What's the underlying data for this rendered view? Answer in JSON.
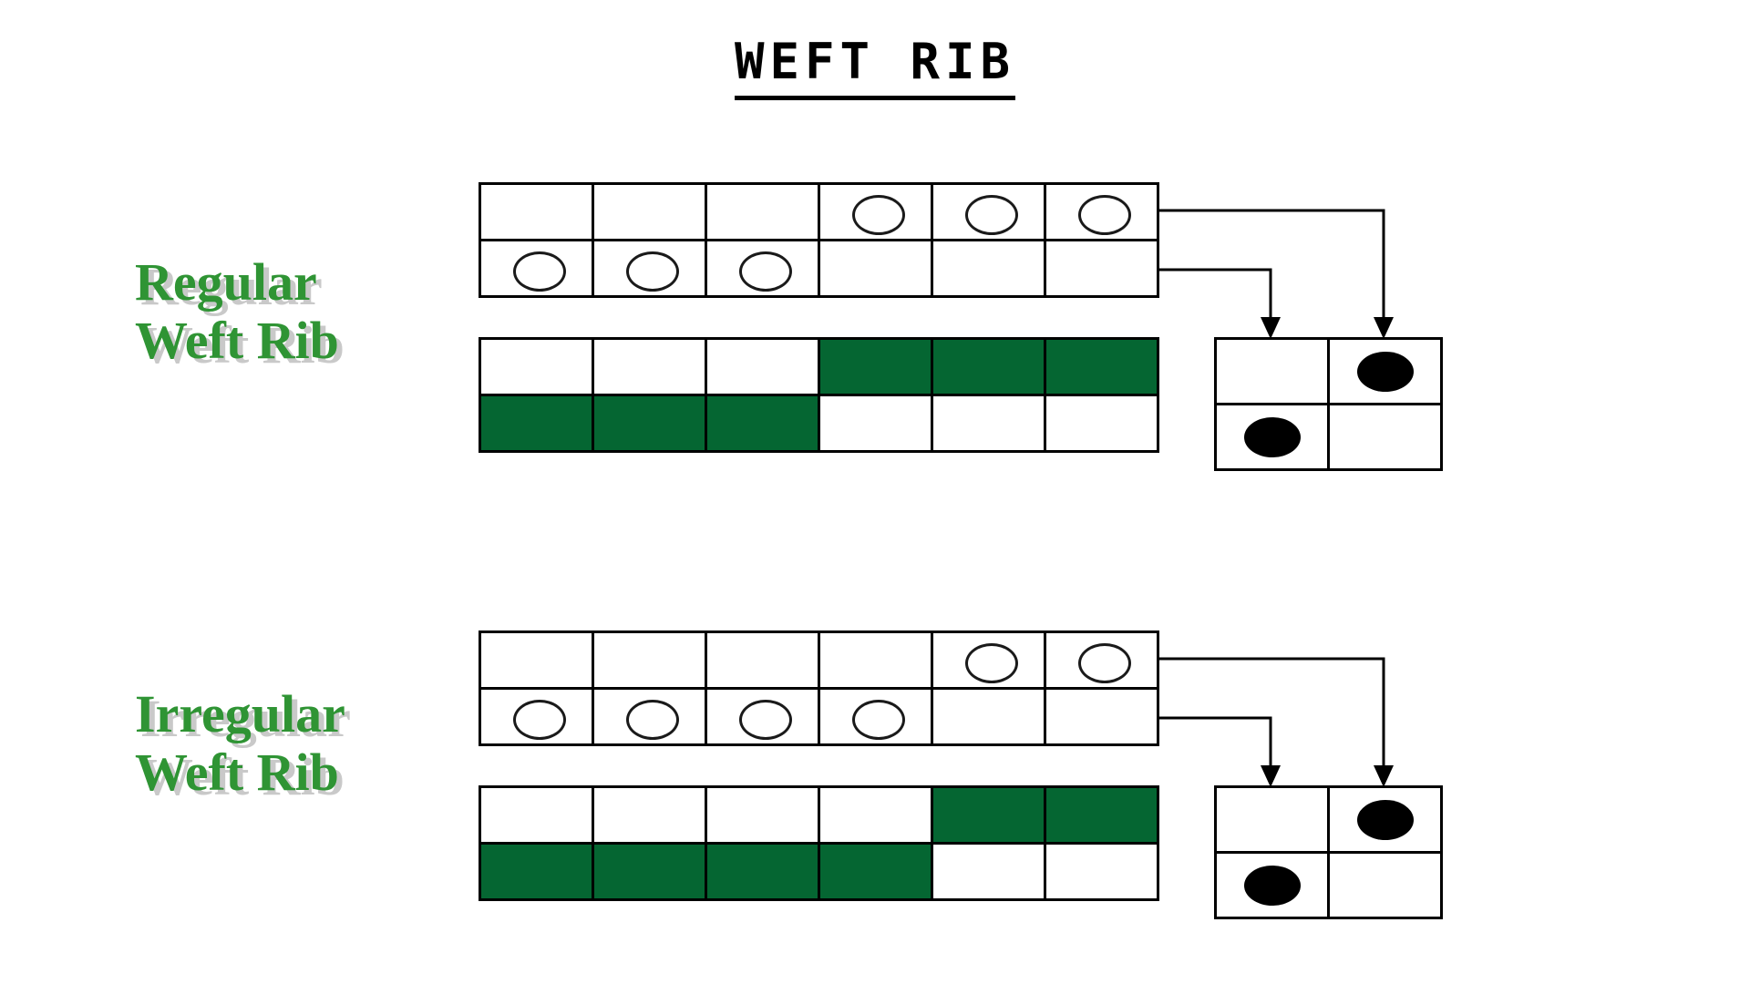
{
  "page": {
    "title": "WEFT RIB",
    "background_color": "#ffffff"
  },
  "colors": {
    "weave_fill": "#056632",
    "label_green": "#2f9434",
    "label_shadow": "#c9c9c9",
    "line": "#000000",
    "cell_empty": "#ffffff"
  },
  "sections": [
    {
      "id": "regular",
      "label": "Regular\nWeft Rib",
      "draft_grid": {
        "name": "drafting-plan",
        "columns": 6,
        "rows": 2,
        "marker": "open-oval",
        "cells": [
          [
            "",
            "",
            "",
            "oval",
            "oval",
            "oval"
          ],
          [
            "oval",
            "oval",
            "oval",
            "",
            "",
            ""
          ]
        ]
      },
      "weave_grid": {
        "name": "weave-plan",
        "columns": 6,
        "rows": 2,
        "cells": [
          [
            "empty",
            "empty",
            "empty",
            "filled",
            "filled",
            "filled"
          ],
          [
            "filled",
            "filled",
            "filled",
            "empty",
            "empty",
            "empty"
          ]
        ]
      },
      "repeat_grid": {
        "name": "repeat-unit",
        "columns": 2,
        "rows": 2,
        "marker": "solid-oval",
        "cells": [
          [
            "",
            "oval"
          ],
          [
            "oval",
            ""
          ]
        ]
      },
      "connectors": [
        {
          "from_row": 1,
          "to_column": 2,
          "arrow": "down"
        },
        {
          "from_row": 2,
          "to_column": 1,
          "arrow": "down"
        }
      ]
    },
    {
      "id": "irregular",
      "label": "Irregular\nWeft Rib",
      "draft_grid": {
        "name": "drafting-plan",
        "columns": 6,
        "rows": 2,
        "marker": "open-oval",
        "cells": [
          [
            "",
            "",
            "",
            "",
            "oval",
            "oval"
          ],
          [
            "oval",
            "oval",
            "oval",
            "oval",
            "",
            ""
          ]
        ]
      },
      "weave_grid": {
        "name": "weave-plan",
        "columns": 6,
        "rows": 2,
        "cells": [
          [
            "empty",
            "empty",
            "empty",
            "empty",
            "filled",
            "filled"
          ],
          [
            "filled",
            "filled",
            "filled",
            "filled",
            "empty",
            "empty"
          ]
        ]
      },
      "repeat_grid": {
        "name": "repeat-unit",
        "columns": 2,
        "rows": 2,
        "marker": "solid-oval",
        "cells": [
          [
            "",
            "oval"
          ],
          [
            "oval",
            ""
          ]
        ]
      },
      "connectors": [
        {
          "from_row": 1,
          "to_column": 2,
          "arrow": "down"
        },
        {
          "from_row": 2,
          "to_column": 1,
          "arrow": "down"
        }
      ]
    }
  ]
}
